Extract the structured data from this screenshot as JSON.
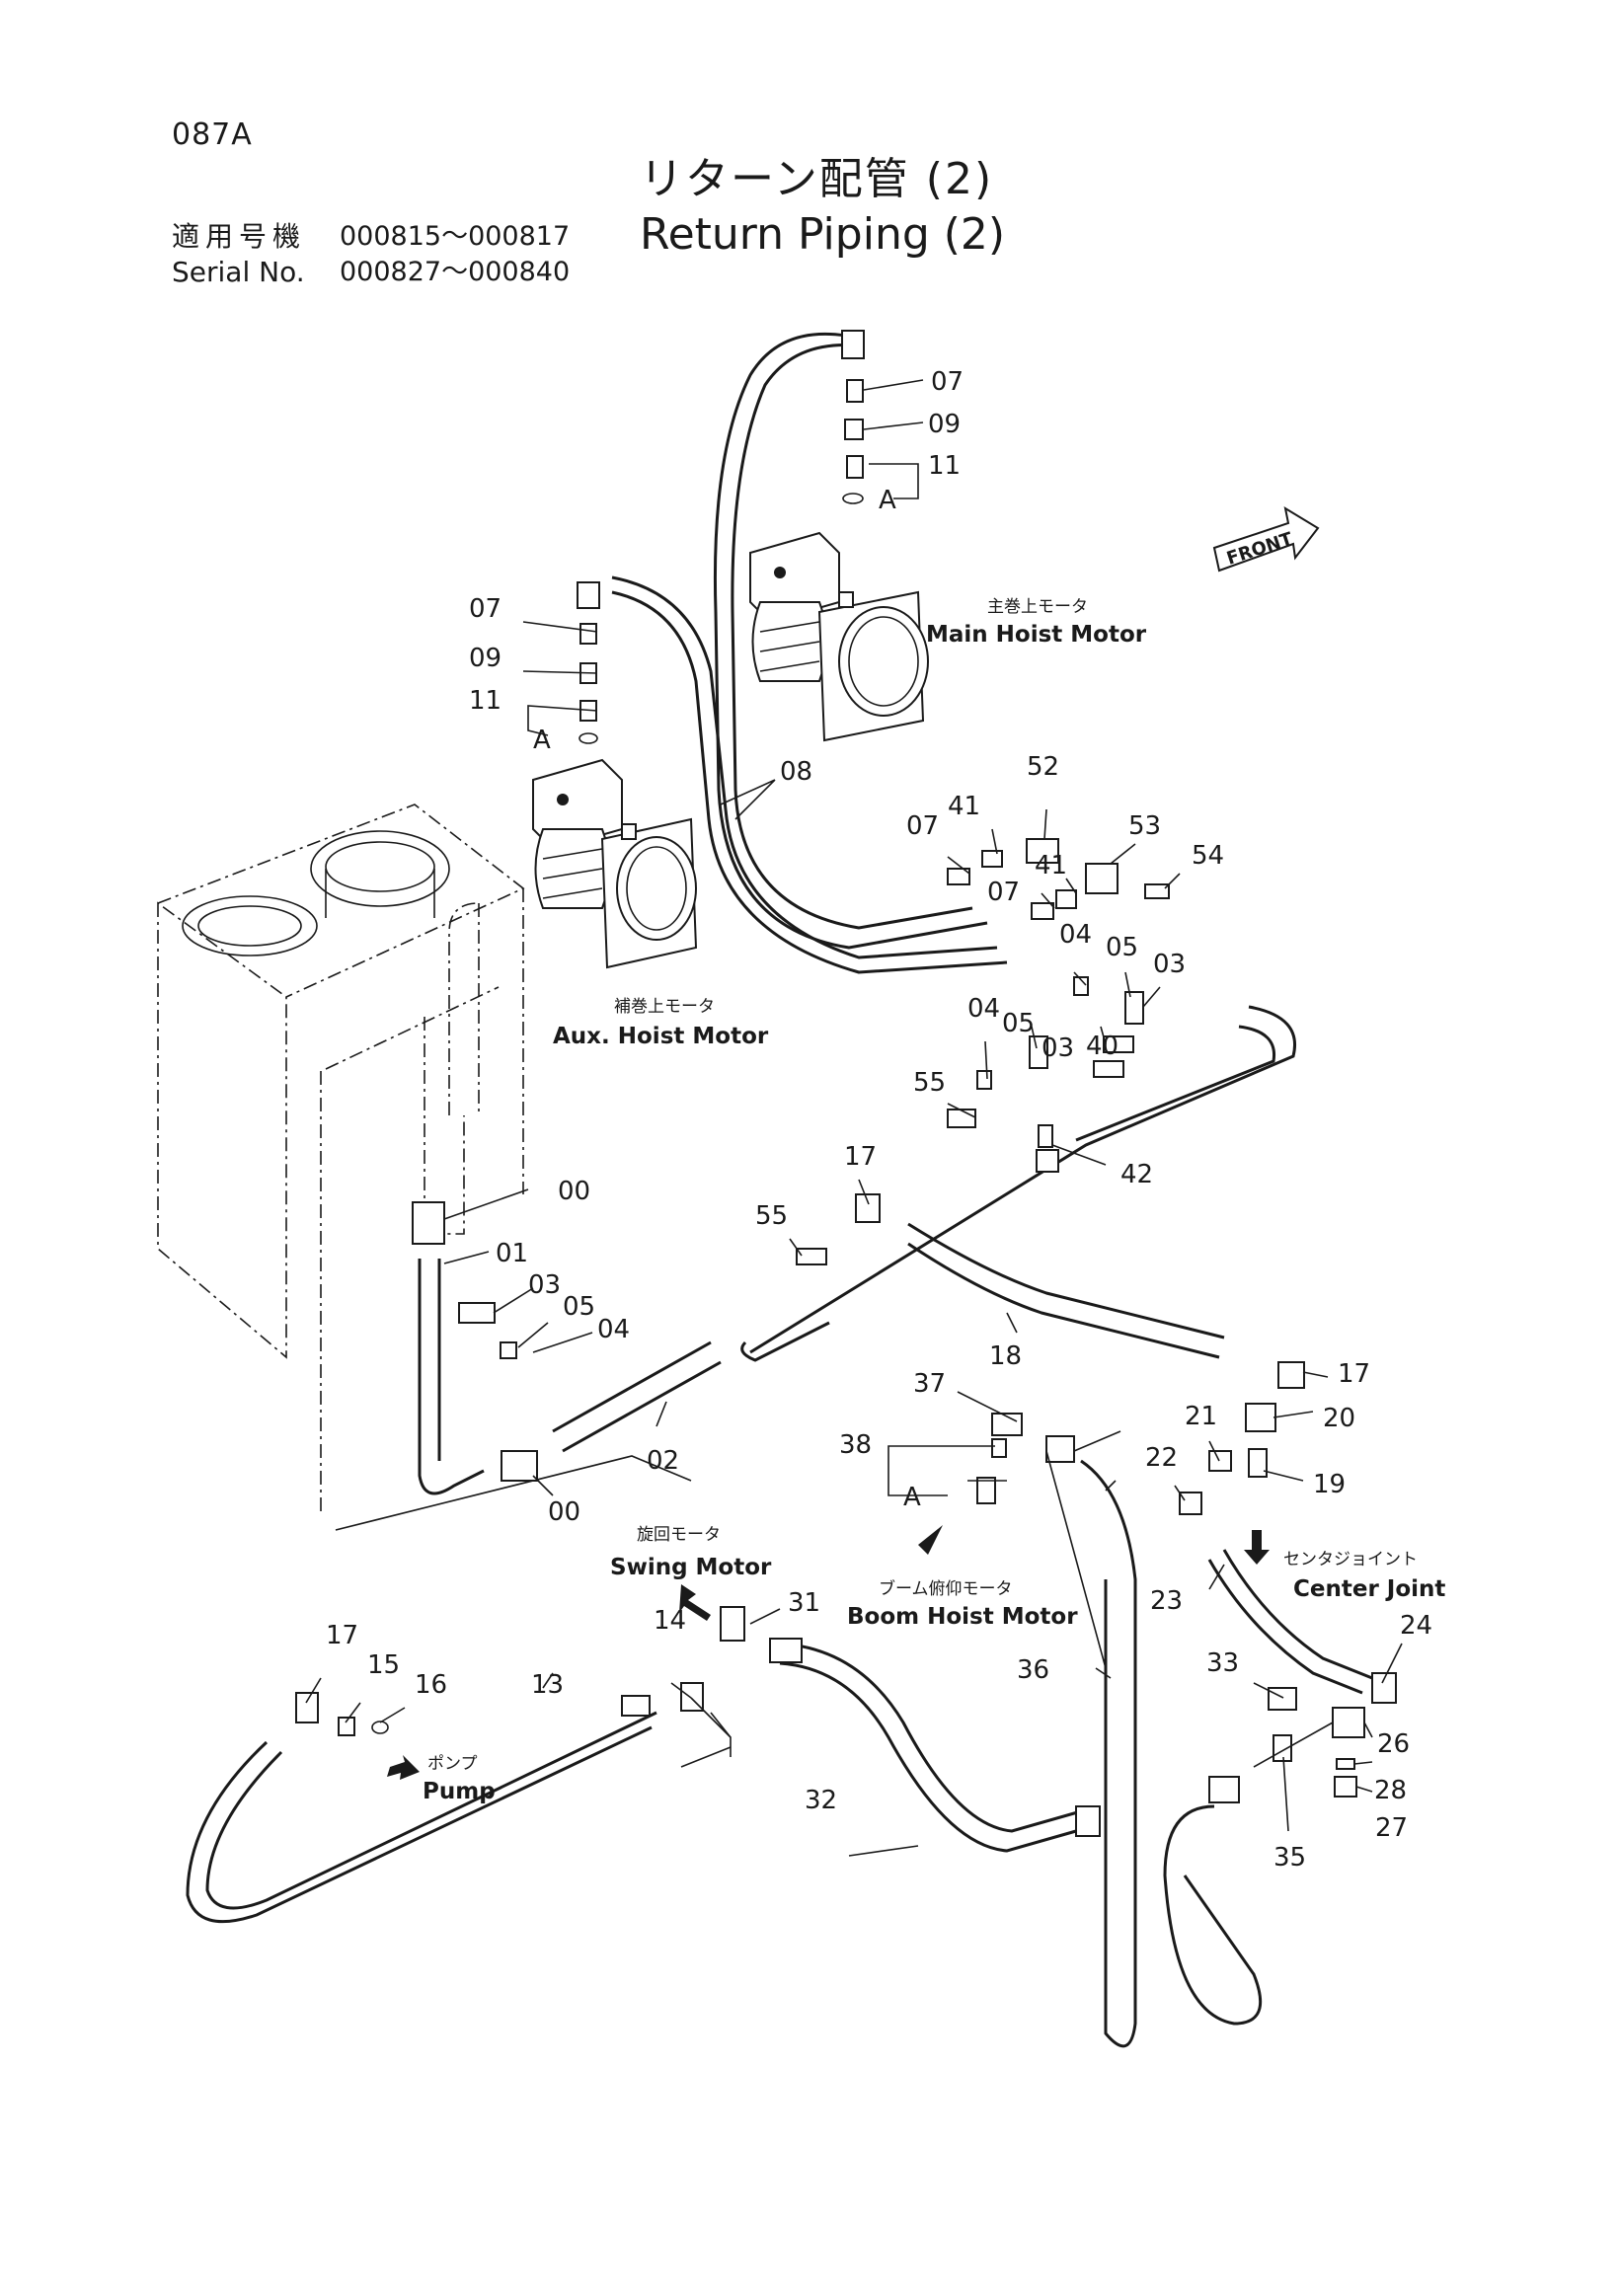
{
  "header": {
    "page_code": "087A",
    "title_jp": "リターン配管 (2)",
    "title_en": "Return Piping (2)",
    "serial_label_jp": "適用号機",
    "serial_label_en": "Serial No.",
    "serial_range_1": "000815～000817",
    "serial_range_2": "000827～000840"
  },
  "components": {
    "main_hoist_jp": "主巻上モータ",
    "main_hoist_en": "Main Hoist Motor",
    "aux_hoist_jp": "補巻上モータ",
    "aux_hoist_en": "Aux. Hoist Motor",
    "swing_jp": "旋回モータ",
    "swing_en": "Swing Motor",
    "boom_jp": "ブーム俯仰モータ",
    "boom_en": "Boom Hoist Motor",
    "center_jp": "センタジョイント",
    "center_en": "Center Joint",
    "pump_jp": "ポンプ",
    "pump_en": "Pump",
    "front": "FRONT"
  },
  "callouts": {
    "c07a": "07",
    "c09a": "09",
    "c11a": "11",
    "cAa": "A",
    "c07b": "07",
    "c09b": "09",
    "c11b": "11",
    "cAb": "A",
    "c08": "08",
    "c52": "52",
    "c41a": "41",
    "c07c": "07",
    "c53": "53",
    "c54": "54",
    "c41b": "41",
    "c07d": "07",
    "c04a": "04",
    "c05a": "05",
    "c03a": "03",
    "c04b": "04",
    "c05b": "05",
    "c03b": "03",
    "c40": "40",
    "c55a": "55",
    "c42": "42",
    "c17a": "17",
    "c55b": "55",
    "c00a": "00",
    "c01": "01",
    "c03c": "03",
    "c05c": "05",
    "c04c": "04",
    "c02": "02",
    "c00b": "00",
    "c18": "18",
    "c17b": "17",
    "c20": "20",
    "c21": "21",
    "c22": "22",
    "c19": "19",
    "c37": "37",
    "c38": "38",
    "cAc": "A",
    "c23": "23",
    "c24": "24",
    "c33": "33",
    "c26": "26",
    "c28": "28",
    "c27": "27",
    "c35": "35",
    "c31": "31",
    "c14": "14",
    "c36": "36",
    "c32": "32",
    "c17c": "17",
    "c15": "15",
    "c16": "16",
    "c13": "13"
  }
}
